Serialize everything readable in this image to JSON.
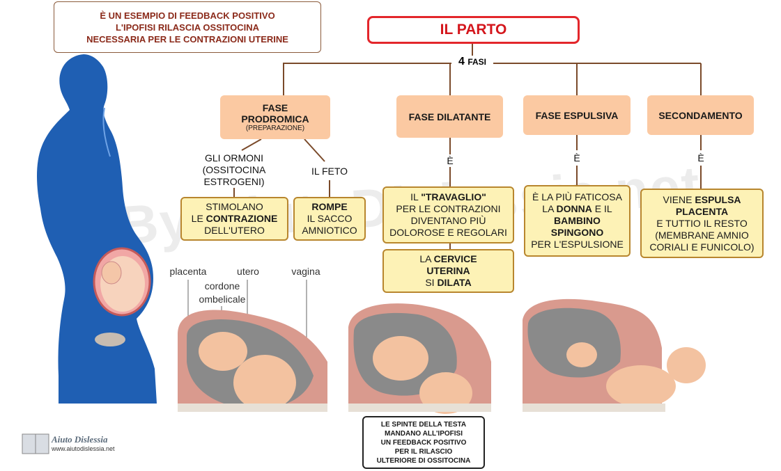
{
  "header_note": [
    "È UN ESEMPIO DI FEEDBACK POSITIVO",
    "L'IPOFISI RILASCIA OSSITOCINA",
    "NECESSARIA PER LE CONTRAZIONI UTERINE"
  ],
  "title": "IL PARTO",
  "fasi": {
    "num": "4",
    "label": "FASI"
  },
  "phases": [
    {
      "title": "FASE",
      "title2": "PRODROMICA",
      "sub": "(PREPARAZIONE)"
    },
    {
      "title": "FASE DILATANTE"
    },
    {
      "title": "FASE ESPULSIVA"
    },
    {
      "title": "SECONDAMENTO"
    }
  ],
  "connector_e": "È",
  "prodromica": {
    "label_ormoni": [
      "GLI ORMONI",
      "(OSSITOCINA",
      "ESTROGENI)"
    ],
    "label_feto": "IL FETO",
    "box_contrazione": {
      "l1": "STIMOLANO",
      "l2a": "LE ",
      "l2b": "CONTRAZIONE",
      "l3": "DELL'UTERO"
    },
    "box_rompe": {
      "l1": "ROMPE",
      "l2": "IL SACCO",
      "l3": "AMNIOTICO"
    }
  },
  "dilatante": {
    "box1": {
      "l1a": "IL ",
      "l1b": "\"TRAVAGLIO\"",
      "l2": "PER LE CONTRAZIONI",
      "l3": "DIVENTANO PIÙ",
      "l4": "DOLOROSE E REGOLARI"
    },
    "box2": {
      "l1a": "LA ",
      "l1b": "CERVICE",
      "l2": "UTERINA",
      "l3a": "SI ",
      "l3b": "DILATA"
    }
  },
  "espulsiva": {
    "l1": "È LA PIÙ FATICOSA",
    "l2a": "LA ",
    "l2b": "DONNA",
    "l2c": " E IL",
    "l3": "BAMBINO",
    "l4": "SPINGONO",
    "l5": "PER L'ESPULSIONE"
  },
  "secondamento": {
    "l1a": "VIENE ",
    "l1b": "ESPULSA",
    "l2": "PLACENTA",
    "l3": "E TUTTIO IL RESTO",
    "l4": "(MEMBRANE AMNIO",
    "l5": "CORIALI E FUNICOLO)"
  },
  "anatomy_labels": {
    "placenta": "placenta",
    "utero": "utero",
    "cordone": "cordone",
    "ombelicale": "ombelicale",
    "vagina": "vagina"
  },
  "bottom_note": [
    "LE SPINTE DELLA TESTA",
    "MANDANO ALL'IPOFISI",
    "UN FEEDBACK POSITIVO",
    "PER IL RILASCIO",
    "ULTERIORE DI OSSITOCINA"
  ],
  "logo": {
    "name": "Aiuto Dislessia",
    "url": "www.aiutodislessia.net"
  },
  "watermark": "By AiutoDislessia.net",
  "colors": {
    "title_border": "#e3262b",
    "title_text": "#d4161c",
    "phase_fill": "#fbc9a2",
    "yellow_fill": "#fdf2b6",
    "yellow_border": "#b8862e",
    "line": "#7a4a2a",
    "figure_blue": "#1f5fb3"
  }
}
